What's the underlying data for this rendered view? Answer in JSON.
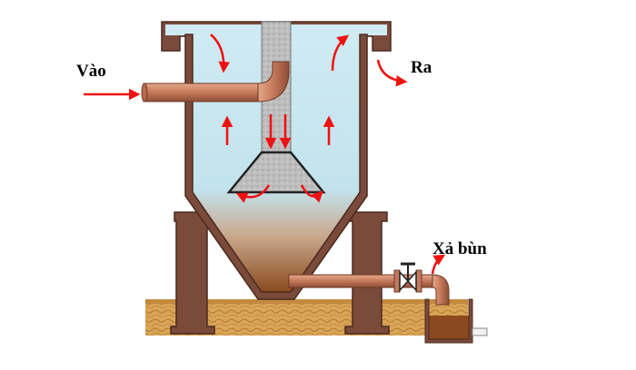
{
  "labels": {
    "inlet": "Vào",
    "outlet": "Ra",
    "sludge_discharge": "Xả bùn"
  },
  "colors": {
    "water": "#c9e7f0",
    "tank_wall": "#7a4a3a",
    "sludge": "#8b4a1e",
    "ground": "#d7a052",
    "pipe": "#c77a5a",
    "flow_arrow": "#ee1111",
    "center_column": "#c0c0c0"
  }
}
